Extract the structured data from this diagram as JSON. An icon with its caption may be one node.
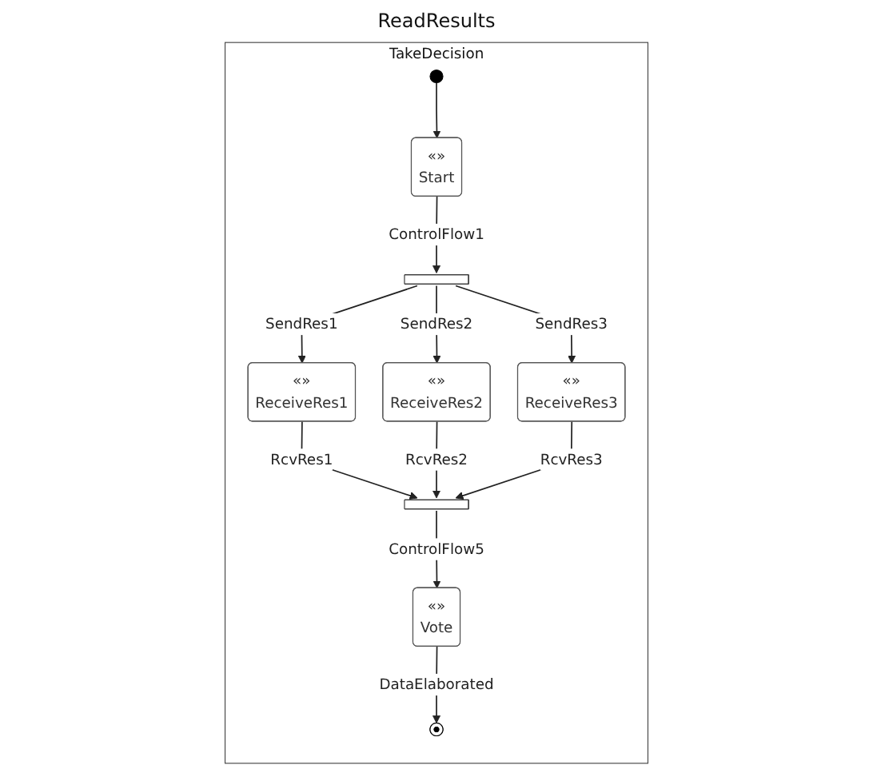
{
  "diagram": {
    "nodes": [
      {
        "text": [
          "TakeDecision"
        ]
      },
      {
        "text": [],
        "shape": "circle",
        "in": 0
      },
      {
        "text": [
          "«»",
          "Start"
        ],
        "in": 0
      },
      {
        "text": [],
        "shape": "bar",
        "in": 0
      },
      {
        "text": [
          "«»",
          "ReceiveRes1"
        ],
        "in": 0
      },
      {
        "text": [
          "«»",
          "ReceiveRes2"
        ],
        "in": 0
      },
      {
        "text": [
          "«»",
          "ReceiveRes3"
        ],
        "in": 0
      },
      {
        "text": [],
        "shape": "bar",
        "in": 0
      },
      {
        "text": [
          "«»",
          "Vote"
        ],
        "in": 0
      },
      {
        "text": [],
        "shape": "circle",
        "in": 0
      }
    ],
    "edges": [
      {
        "from": 1,
        "to": 2,
        "arrow": "to"
      },
      {
        "from": 2,
        "to": 3,
        "arrow": "to",
        "label": "ControlFlow1"
      },
      {
        "from": 3,
        "to": 4,
        "arrow": "to",
        "label": "SendRes1"
      },
      {
        "from": 3,
        "to": 5,
        "arrow": "to",
        "label": "SendRes2"
      },
      {
        "from": 3,
        "to": 6,
        "arrow": "to",
        "label": "SendRes3"
      },
      {
        "from": 4,
        "to": 7,
        "arrow": "to",
        "label": "RcvRes1"
      },
      {
        "from": 5,
        "to": 7,
        "arrow": "to",
        "label": "RcvRes2"
      },
      {
        "from": 6,
        "to": 7,
        "arrow": "to",
        "label": "RcvRes3"
      },
      {
        "from": 7,
        "to": 8,
        "arrow": "to",
        "label": "ControlFlow5"
      },
      {
        "from": 8,
        "to": 9,
        "arrow": "to",
        "label": "DataElaborated"
      }
    ],
    "labels": [
      "ReadResults"
    ]
  }
}
